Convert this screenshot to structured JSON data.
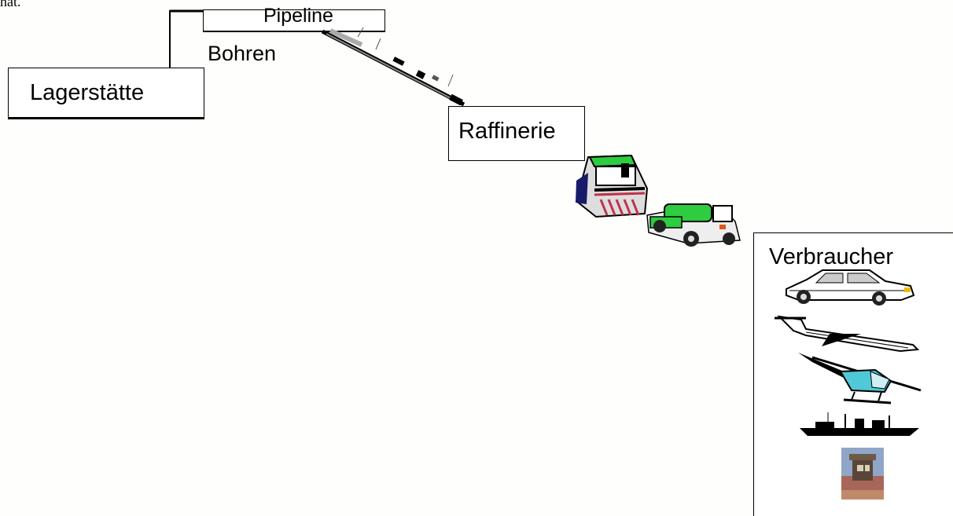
{
  "top_fragment": "hat.",
  "stages": {
    "lagerstaette": "Lagerstätte",
    "bohren": "Bohren",
    "pipeline": "Pipeline",
    "raffinerie": "Raffinerie",
    "verbraucher": "Verbraucher"
  },
  "icons": {
    "pipeline": "pipeline-icon",
    "train": "train-icon",
    "truck": "tanker-truck-icon",
    "car": "car-icon",
    "plane": "airplane-icon",
    "helicopter": "helicopter-icon",
    "ship": "ship-icon",
    "house": "house-icon"
  },
  "colors": {
    "background": "#fefefc",
    "box_border": "#000000",
    "vehicle_green": "#2ecc40",
    "helicopter_teal": "#4fc9d8",
    "train_red": "#c0314a"
  }
}
